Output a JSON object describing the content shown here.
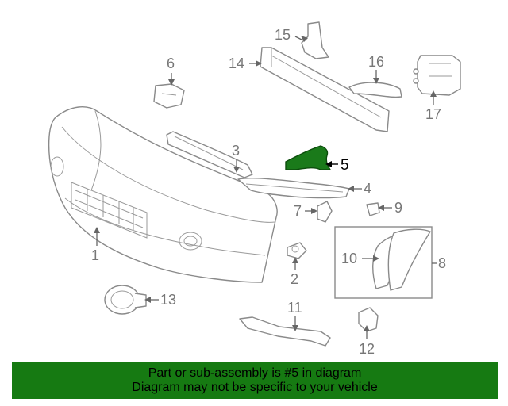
{
  "diagram": {
    "callouts": [
      "1",
      "2",
      "3",
      "4",
      "5",
      "6",
      "7",
      "8",
      "9",
      "10",
      "11",
      "12",
      "13",
      "14",
      "15",
      "16",
      "17"
    ],
    "highlighted_callout": "5",
    "highlight_color": "#1a7a1a"
  },
  "banner": {
    "line1": "Part or sub-assembly is #5 in diagram",
    "line2": "Diagram may not be specific to your vehicle",
    "color": "#167a12"
  }
}
